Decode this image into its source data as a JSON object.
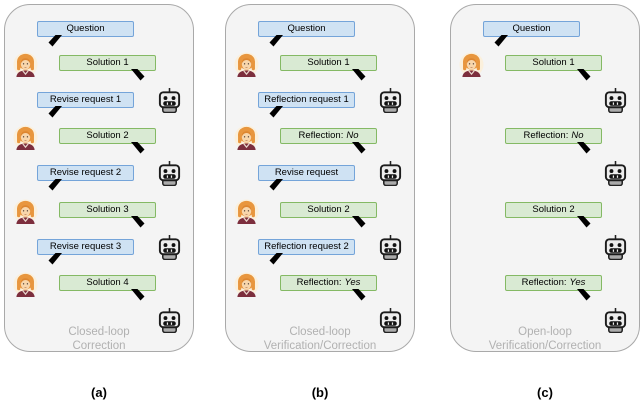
{
  "colors": {
    "panel-fill": "#f4f4f4",
    "panel-border": "#a9a9a9",
    "blue-fill": "#cfe2f3",
    "blue-border": "#74a4d9",
    "green-fill": "#d9ead3",
    "green-border": "#84b964",
    "caption-gray": "#b1b1b1"
  },
  "panels": [
    {
      "label": "(a)",
      "caption": [
        "Closed-loop",
        "Correction"
      ],
      "rows": [
        {
          "type": "blue",
          "text": "Question"
        },
        {
          "type": "green",
          "text": "Solution 1"
        },
        {
          "type": "blue",
          "text": "Revise request 1"
        },
        {
          "type": "green",
          "text": "Solution 2"
        },
        {
          "type": "blue",
          "text": "Revise request 2"
        },
        {
          "type": "green",
          "text": "Solution 3"
        },
        {
          "type": "blue",
          "text": "Revise request 3"
        },
        {
          "type": "green",
          "text": "Solution 4"
        }
      ]
    },
    {
      "label": "(b)",
      "caption": [
        "Closed-loop",
        "Verification/Correction"
      ],
      "rows": [
        {
          "type": "blue",
          "text": "Question"
        },
        {
          "type": "green",
          "text": "Solution 1"
        },
        {
          "type": "blue",
          "text": "Reflection request 1"
        },
        {
          "type": "green",
          "text": "Reflection:",
          "italic": "No"
        },
        {
          "type": "blue",
          "text": "Revise request"
        },
        {
          "type": "green",
          "text": "Solution 2"
        },
        {
          "type": "blue",
          "text": "Reflection request 2"
        },
        {
          "type": "green",
          "text": "Reflection:",
          "italic": "Yes"
        }
      ]
    },
    {
      "label": "(c)",
      "caption": [
        "Open-loop",
        "Verification/Correction"
      ],
      "rows": [
        {
          "type": "blue",
          "text": "Question"
        },
        {
          "type": "green",
          "text": "Solution 1"
        },
        {
          "type": "green",
          "text": "Reflection:",
          "italic": "No"
        },
        {
          "type": "green",
          "text": "Solution 2"
        },
        {
          "type": "green",
          "text": "Reflection:",
          "italic": "Yes"
        }
      ]
    }
  ]
}
